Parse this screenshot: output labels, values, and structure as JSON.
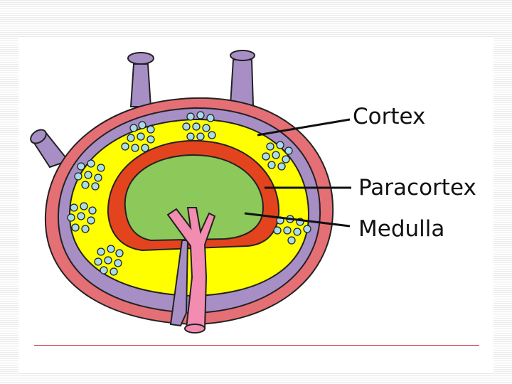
{
  "labels": {
    "cortex": "Cortex",
    "paracortex": "Paracortex",
    "medulla": "Medulla"
  },
  "colors": {
    "capsule": "#e46f75",
    "vessel": "#a78fc6",
    "cortex": "#ffff00",
    "paracortex": "#e3441e",
    "medulla": "#8cc95a",
    "artery": "#f28cb1",
    "follicle": "#a9dbea",
    "outline": "#222222"
  }
}
